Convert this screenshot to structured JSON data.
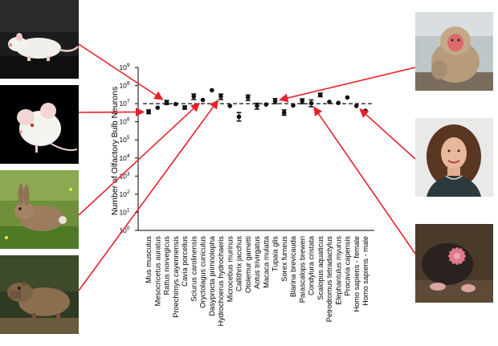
{
  "colors": {
    "arrow": "#e8202a",
    "marker": "#111111",
    "reference_line": "#111111"
  },
  "photos": [
    {
      "name": "white-rat-photo",
      "subject": "white rat"
    },
    {
      "name": "white-mouse-photo",
      "subject": "white mouse"
    },
    {
      "name": "rabbit-photo",
      "subject": "wild rabbit on grass"
    },
    {
      "name": "capybara-photo",
      "subject": "capybara"
    },
    {
      "name": "macaque-photo",
      "subject": "snow monkey"
    },
    {
      "name": "woman-portrait-photo",
      "subject": "woman with curly hair"
    },
    {
      "name": "star-nosed-mole-photo",
      "subject": "star-nosed mole"
    }
  ],
  "chart_data": {
    "type": "scatter",
    "ylabel": "Number of Olfactory Bulb Neurons",
    "yscale": "log",
    "ylim": [
      1,
      1000000000
    ],
    "y_tick_exponents": [
      0,
      1,
      2,
      3,
      4,
      5,
      6,
      7,
      8,
      9
    ],
    "y_tick_base": "10",
    "reference_line": {
      "style": "dashed",
      "y": 10000000
    },
    "grid": false,
    "legend": "none",
    "categories": [
      "Mus musculus",
      "Mesocricetus auratus",
      "Rattus norvegicus",
      "Proechimys cayennensis",
      "Cavia porcellus",
      "Sciurus carolinensis",
      "Oryctolagus cuniculus",
      "Dasyprocta primnolopha",
      "Hydrochoerus hydrochaeris",
      "Microcebus murinus",
      "Callithrix jacchus",
      "Otolemur garnetti",
      "Aotus trivirgatus",
      "Macaca mulatta",
      "Tupaia glis",
      "Sorex fumeus",
      "Blarina brevicauda",
      "Parascalops breweri",
      "Condylura cristata",
      "Scalopus aquaticus",
      "Petrodromus tetradactylus",
      "Elephantulus myurus",
      "Procavia capensis",
      "Homo sapiens - female",
      "Homo sapiens - male"
    ],
    "values": [
      3500000,
      6000000,
      12000000,
      9500000,
      6000000,
      25000000,
      16000000,
      55000000,
      25000000,
      7500000,
      1900000,
      22000000,
      7500000,
      9000000,
      14000000,
      3200000,
      8000000,
      14000000,
      10500000,
      30000000,
      12500000,
      11000000,
      22000000,
      7500000,
      4000000
    ],
    "error_low": [
      2800000,
      5000000,
      9000000,
      8500000,
      5000000,
      17000000,
      13000000,
      45000000,
      17000000,
      6500000,
      1100000,
      15000000,
      5000000,
      8000000,
      10000000,
      2300000,
      7000000,
      10000000,
      6800000,
      24000000,
      10000000,
      9000000,
      18000000,
      5500000,
      3000000
    ],
    "error_high": [
      4500000,
      7000000,
      15000000,
      11000000,
      7500000,
      34000000,
      20000000,
      65000000,
      34000000,
      9000000,
      3200000,
      30000000,
      10500000,
      10500000,
      19000000,
      4500000,
      9500000,
      18500000,
      16000000,
      38000000,
      15000000,
      13000000,
      26000000,
      10000000,
      5000000
    ],
    "errorbar_points": [
      true,
      false,
      true,
      false,
      true,
      true,
      false,
      false,
      true,
      false,
      true,
      true,
      true,
      false,
      true,
      true,
      false,
      true,
      true,
      true,
      false,
      false,
      false,
      false,
      false
    ]
  }
}
